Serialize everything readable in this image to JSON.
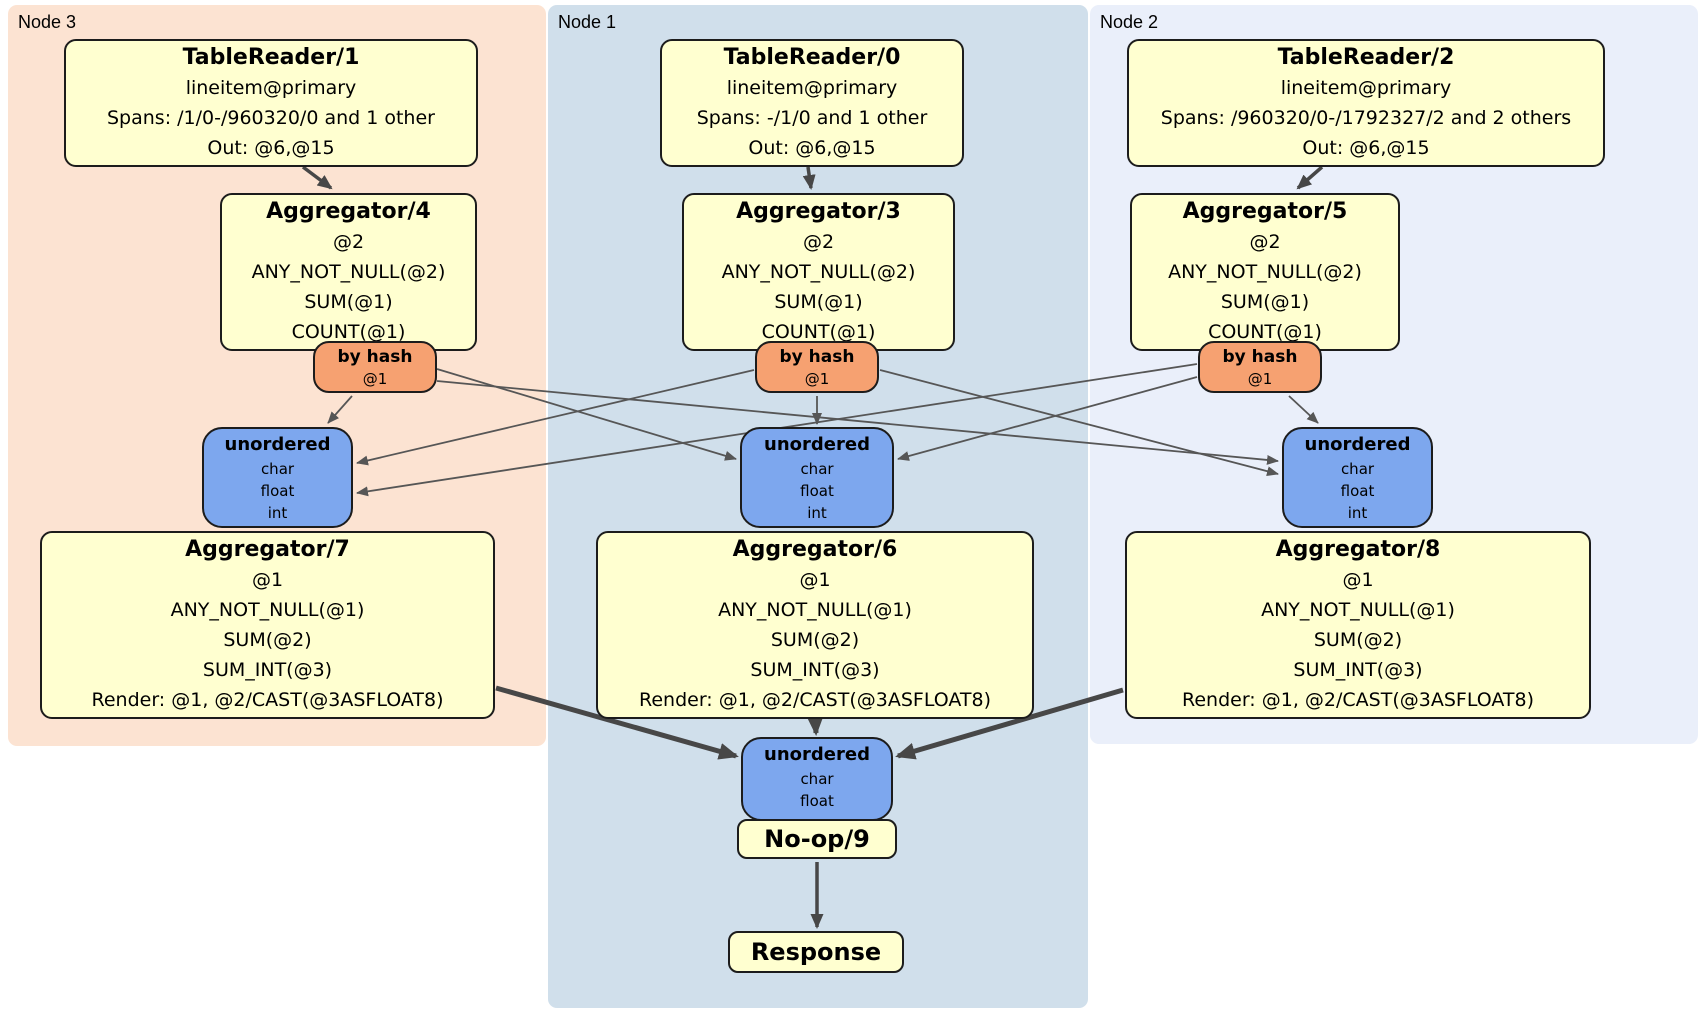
{
  "regions": [
    {
      "label": "Node 3"
    },
    {
      "label": "Node 1"
    },
    {
      "label": "Node 2"
    }
  ],
  "processors": {
    "tablereader1": {
      "title": "TableReader/1",
      "lines": [
        "lineitem@primary",
        "Spans: /1/0-/960320/0 and 1 other",
        "Out: @6,@15"
      ]
    },
    "tablereader0": {
      "title": "TableReader/0",
      "lines": [
        "lineitem@primary",
        "Spans: -/1/0 and 1 other",
        "Out: @6,@15"
      ]
    },
    "tablereader2": {
      "title": "TableReader/2",
      "lines": [
        "lineitem@primary",
        "Spans: /960320/0-/1792327/2 and 2 others",
        "Out: @6,@15"
      ]
    },
    "aggregator4": {
      "title": "Aggregator/4",
      "lines": [
        "@2",
        "ANY_NOT_NULL(@2)",
        "SUM(@1)",
        "COUNT(@1)"
      ]
    },
    "aggregator3": {
      "title": "Aggregator/3",
      "lines": [
        "@2",
        "ANY_NOT_NULL(@2)",
        "SUM(@1)",
        "COUNT(@1)"
      ]
    },
    "aggregator5": {
      "title": "Aggregator/5",
      "lines": [
        "@2",
        "ANY_NOT_NULL(@2)",
        "SUM(@1)",
        "COUNT(@1)"
      ]
    },
    "aggregator7": {
      "title": "Aggregator/7",
      "lines": [
        "@1",
        "ANY_NOT_NULL(@1)",
        "SUM(@2)",
        "SUM_INT(@3)",
        "Render: @1, @2/CAST(@3ASFLOAT8)"
      ]
    },
    "aggregator6": {
      "title": "Aggregator/6",
      "lines": [
        "@1",
        "ANY_NOT_NULL(@1)",
        "SUM(@2)",
        "SUM_INT(@3)",
        "Render: @1, @2/CAST(@3ASFLOAT8)"
      ]
    },
    "aggregator8": {
      "title": "Aggregator/8",
      "lines": [
        "@1",
        "ANY_NOT_NULL(@1)",
        "SUM(@2)",
        "SUM_INT(@3)",
        "Render: @1, @2/CAST(@3ASFLOAT8)"
      ]
    },
    "noop": {
      "title": "No-op/9"
    },
    "response": {
      "title": "Response"
    }
  },
  "routers": {
    "hash3": {
      "title": "by hash",
      "detail": "@1"
    },
    "hash1": {
      "title": "by hash",
      "detail": "@1"
    },
    "hash2": {
      "title": "by hash",
      "detail": "@1"
    }
  },
  "syncs": {
    "unordered3": {
      "title": "unordered",
      "items": [
        "char",
        "float",
        "int"
      ]
    },
    "unordered1": {
      "title": "unordered",
      "items": [
        "char",
        "float",
        "int"
      ]
    },
    "unordered2": {
      "title": "unordered",
      "items": [
        "char",
        "float",
        "int"
      ]
    },
    "unordered_final": {
      "title": "unordered",
      "items": [
        "char",
        "float"
      ]
    }
  },
  "colors": {
    "node3_bg": "#fce3d2",
    "node1_bg": "#d0dfeb",
    "node2_bg": "#eaeffa",
    "processor_fill": "#ffffd0",
    "router_fill": "#f6a171",
    "sync_fill": "#7da7ee",
    "box_border": "#1c1c1c",
    "edge_thin": "#565656",
    "edge_thick": "#474747"
  }
}
